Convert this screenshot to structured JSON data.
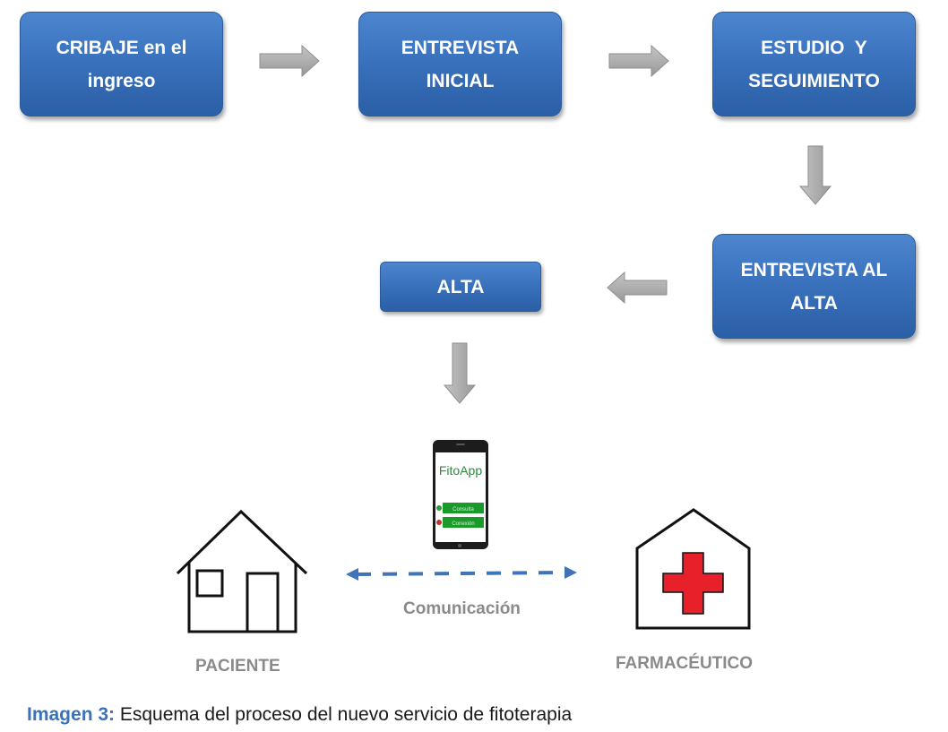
{
  "steps": {
    "cribaje": "CRIBAJE en el ingreso",
    "entrevista_inicial": "ENTREVISTA INICIAL",
    "estudio": "ESTUDIO  Y SEGUIMIENTO",
    "entrevista_alta": "ENTREVISTA AL ALTA",
    "alta": "ALTA"
  },
  "phone": {
    "app_name": "FitoApp",
    "button_1": "Consulta",
    "button_2": "Conexión"
  },
  "labels": {
    "comunicacion": "Comunicación",
    "paciente": "PACIENTE",
    "farmaceutico": "FARMACÉUTICO"
  },
  "caption": {
    "prefix": "Imagen 3:",
    "text": " Esquema del proceso del nuevo servicio de fitoterapia"
  },
  "colors": {
    "box_blue": "#3a72bd",
    "arrow_gray": "#a6a6a6",
    "dashed_blue": "#3f74b9",
    "cross_red": "#e8202a",
    "screen_green": "#1a9a2a"
  }
}
